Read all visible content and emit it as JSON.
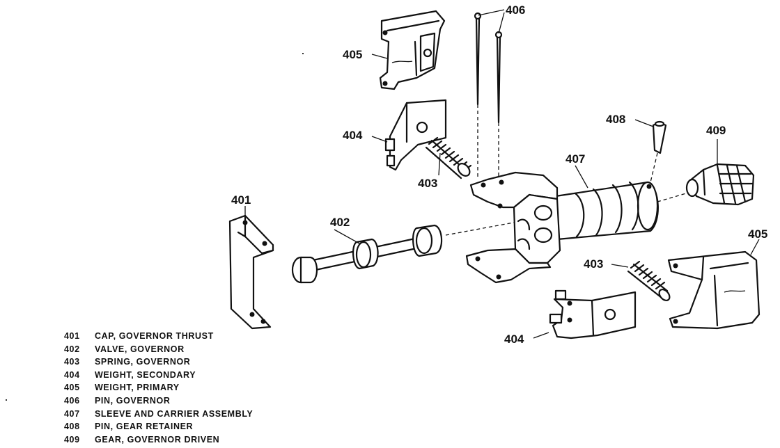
{
  "callouts": {
    "c401": "401",
    "c402": "402",
    "c403a": "403",
    "c403b": "403",
    "c404a": "404",
    "c404b": "404",
    "c405a": "405",
    "c405b": "405",
    "c406": "406",
    "c407": "407",
    "c408": "408",
    "c409": "409"
  },
  "legend": [
    {
      "num": "401",
      "desc": "CAP, GOVERNOR THRUST"
    },
    {
      "num": "402",
      "desc": "VALVE, GOVERNOR"
    },
    {
      "num": "403",
      "desc": "SPRING, GOVERNOR"
    },
    {
      "num": "404",
      "desc": "WEIGHT, SECONDARY"
    },
    {
      "num": "405",
      "desc": "WEIGHT, PRIMARY"
    },
    {
      "num": "406",
      "desc": "PIN, GOVERNOR"
    },
    {
      "num": "407",
      "desc": "SLEEVE AND CARRIER ASSEMBLY"
    },
    {
      "num": "408",
      "desc": "PIN, GEAR RETAINER"
    },
    {
      "num": "409",
      "desc": "GEAR, GOVERNOR DRIVEN"
    }
  ]
}
